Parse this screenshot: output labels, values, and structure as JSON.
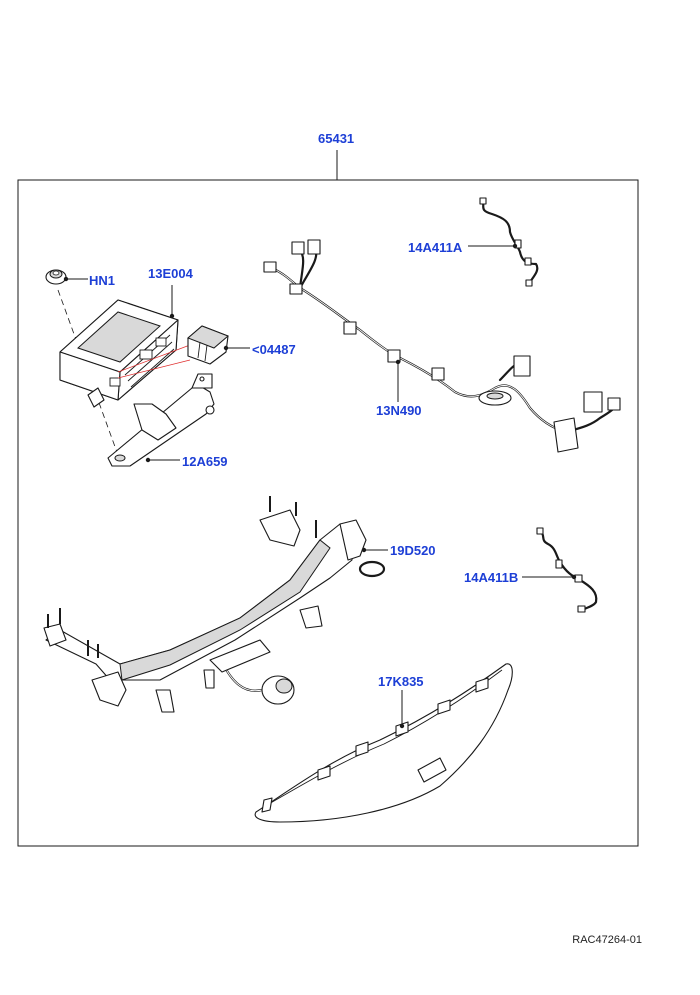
{
  "diagram": {
    "kit_label": "65431",
    "reference": "RAC47264-01",
    "accent_color": "#1d3fd6",
    "callouts": [
      {
        "id": "hn1",
        "text": "HN1"
      },
      {
        "id": "13e004",
        "text": "13E004"
      },
      {
        "id": "04487",
        "text": "<04487"
      },
      {
        "id": "12a659",
        "text": "12A659"
      },
      {
        "id": "14a411a",
        "text": "14A411A"
      },
      {
        "id": "13n490",
        "text": "13N490"
      },
      {
        "id": "19d520",
        "text": "19D520"
      },
      {
        "id": "14a411b",
        "text": "14A411B"
      },
      {
        "id": "17k835",
        "text": "17K835"
      }
    ]
  }
}
